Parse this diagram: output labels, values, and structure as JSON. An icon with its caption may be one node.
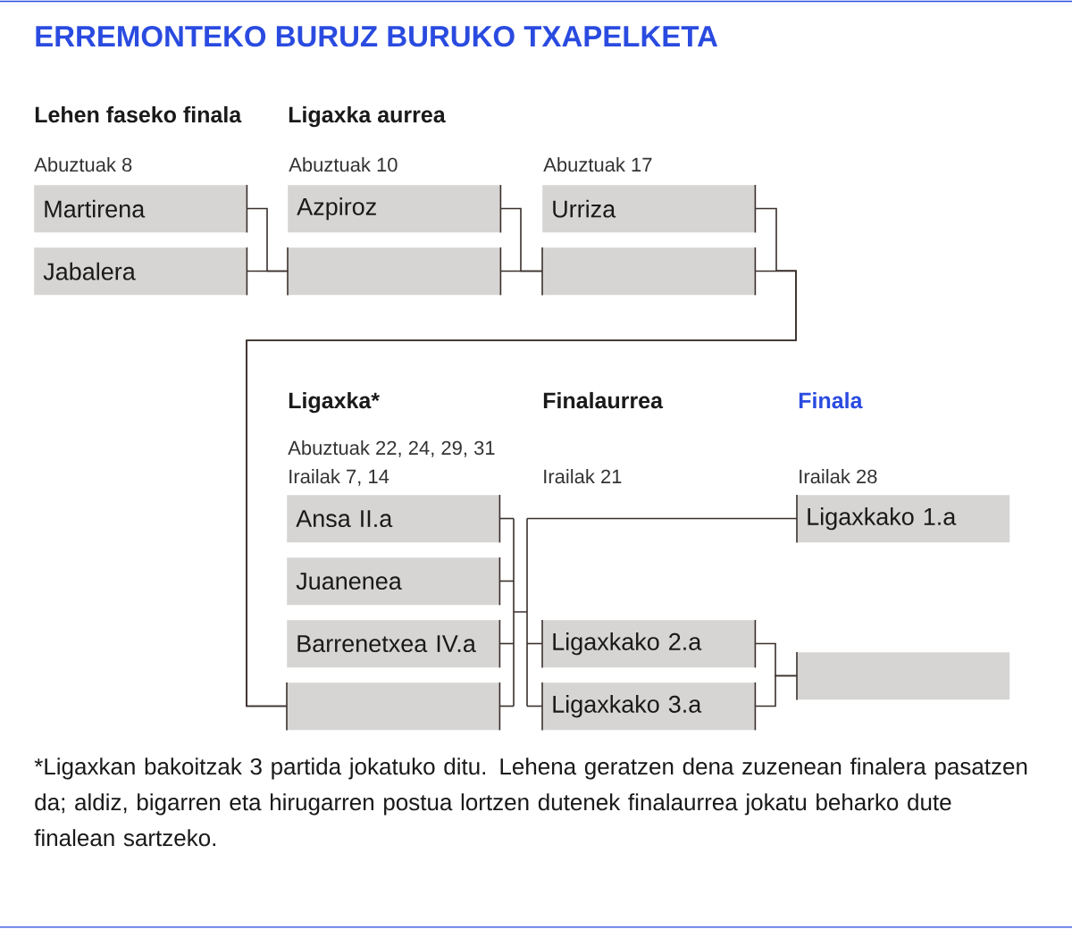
{
  "diagram": {
    "title": "ERREMONTEKO BURUZ BURUKO TXAPELKETA",
    "caption": "*Ligaxkan bakoitzak 3 partida jokatuko ditu. Lehena geratzen dena zuzenean finalera pasatzen da; aldiz, bigarren eta hirugarren postua lortzen dutenek finalaurrea jokatu beharko dute finalean sartzeko.",
    "nodes": [
      {
        "text": [
          "Martirena"
        ]
      },
      {
        "text": [
          "Jabalera"
        ]
      },
      {
        "text": [
          "Azpiroz"
        ]
      },
      {
        "text": [],
        "shape": "box"
      },
      {
        "text": [
          "Urriza"
        ]
      },
      {
        "text": [],
        "shape": "box"
      },
      {
        "text": [
          "Ansa II.a"
        ]
      },
      {
        "text": [
          "Juanenea"
        ]
      },
      {
        "text": [
          "Barrenetxea IV.a"
        ]
      },
      {
        "text": [],
        "shape": "box"
      },
      {
        "text": [
          "Ligaxkako 1.a"
        ]
      },
      {
        "text": [
          "Ligaxkako 2.a"
        ]
      },
      {
        "text": [
          "Ligaxkako 3.a"
        ]
      },
      {
        "text": [],
        "shape": "box"
      }
    ],
    "edges": [
      {
        "from": 0,
        "to": 3,
        "arrow": "none"
      },
      {
        "from": 1,
        "to": 3,
        "arrow": "none"
      },
      {
        "from": 2,
        "to": 5,
        "arrow": "none"
      },
      {
        "from": 3,
        "to": 5,
        "arrow": "none"
      },
      {
        "from": 4,
        "to": 9,
        "arrow": "none"
      },
      {
        "from": 5,
        "to": 9,
        "arrow": "none"
      },
      {
        "from": 6,
        "to": 10,
        "arrow": "none"
      },
      {
        "from": 6,
        "to": 11,
        "arrow": "none"
      },
      {
        "from": 6,
        "to": 12,
        "arrow": "none"
      },
      {
        "from": 7,
        "to": 10,
        "arrow": "none"
      },
      {
        "from": 7,
        "to": 11,
        "arrow": "none"
      },
      {
        "from": 7,
        "to": 12,
        "arrow": "none"
      },
      {
        "from": 8,
        "to": 10,
        "arrow": "none"
      },
      {
        "from": 8,
        "to": 11,
        "arrow": "none"
      },
      {
        "from": 8,
        "to": 12,
        "arrow": "none"
      },
      {
        "from": 9,
        "to": 10,
        "arrow": "none"
      },
      {
        "from": 9,
        "to": 11,
        "arrow": "none"
      },
      {
        "from": 9,
        "to": 12,
        "arrow": "none"
      },
      {
        "from": 11,
        "to": 13,
        "arrow": "none"
      },
      {
        "from": 12,
        "to": 13,
        "arrow": "none"
      }
    ],
    "labels": [
      "Lehen faseko finala",
      "Ligaxka aurrea",
      "Abuztuak 8",
      "Abuztuak 10",
      "Abuztuak 17",
      "Ligaxka*",
      "Finalaurrea",
      "Finala",
      "Abuztuak 22, 24, 29, 31",
      "Irailak 7, 14",
      "Irailak 21",
      "Irailak 28"
    ]
  }
}
